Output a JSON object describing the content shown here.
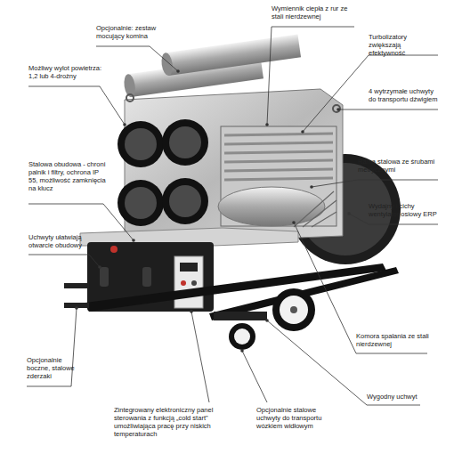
{
  "diagram": {
    "labels": [
      "Opcjonalnie: zestaw mocujący komina",
      "Wymiennik ciepła z rur ze stali nierdzewnej",
      "Turbolizatory zwiększają efektywność",
      "Możliwy wylot powietrza: 1,2 lub 4-drożny",
      "4 wytrzymałe uchwyty do transportu dźwigiem",
      "Rama stalowa ze śrubami metrycznymi",
      "Stalowa obudowa - chroni palnik i filtry, ochrona IP 55, możliwość zamknięcia na klucz",
      "Wydajny i cichy wentylator osiowy ERP",
      "Uchwyty ułatwiają otwarcie obudowy",
      "Komora spalania ze stali nierdzewnej",
      "Opcjonalnie boczne, stalowe zderzaki",
      "Wygodny uchwyt",
      "Zintegrowany elektroniczny panel sterowania z funkcją „cold start\" umożliwiająca pracę przy niskich temperaturach",
      "Opcjonalnie stalowe uchwyty do transportu wózkiem widłowym"
    ]
  }
}
